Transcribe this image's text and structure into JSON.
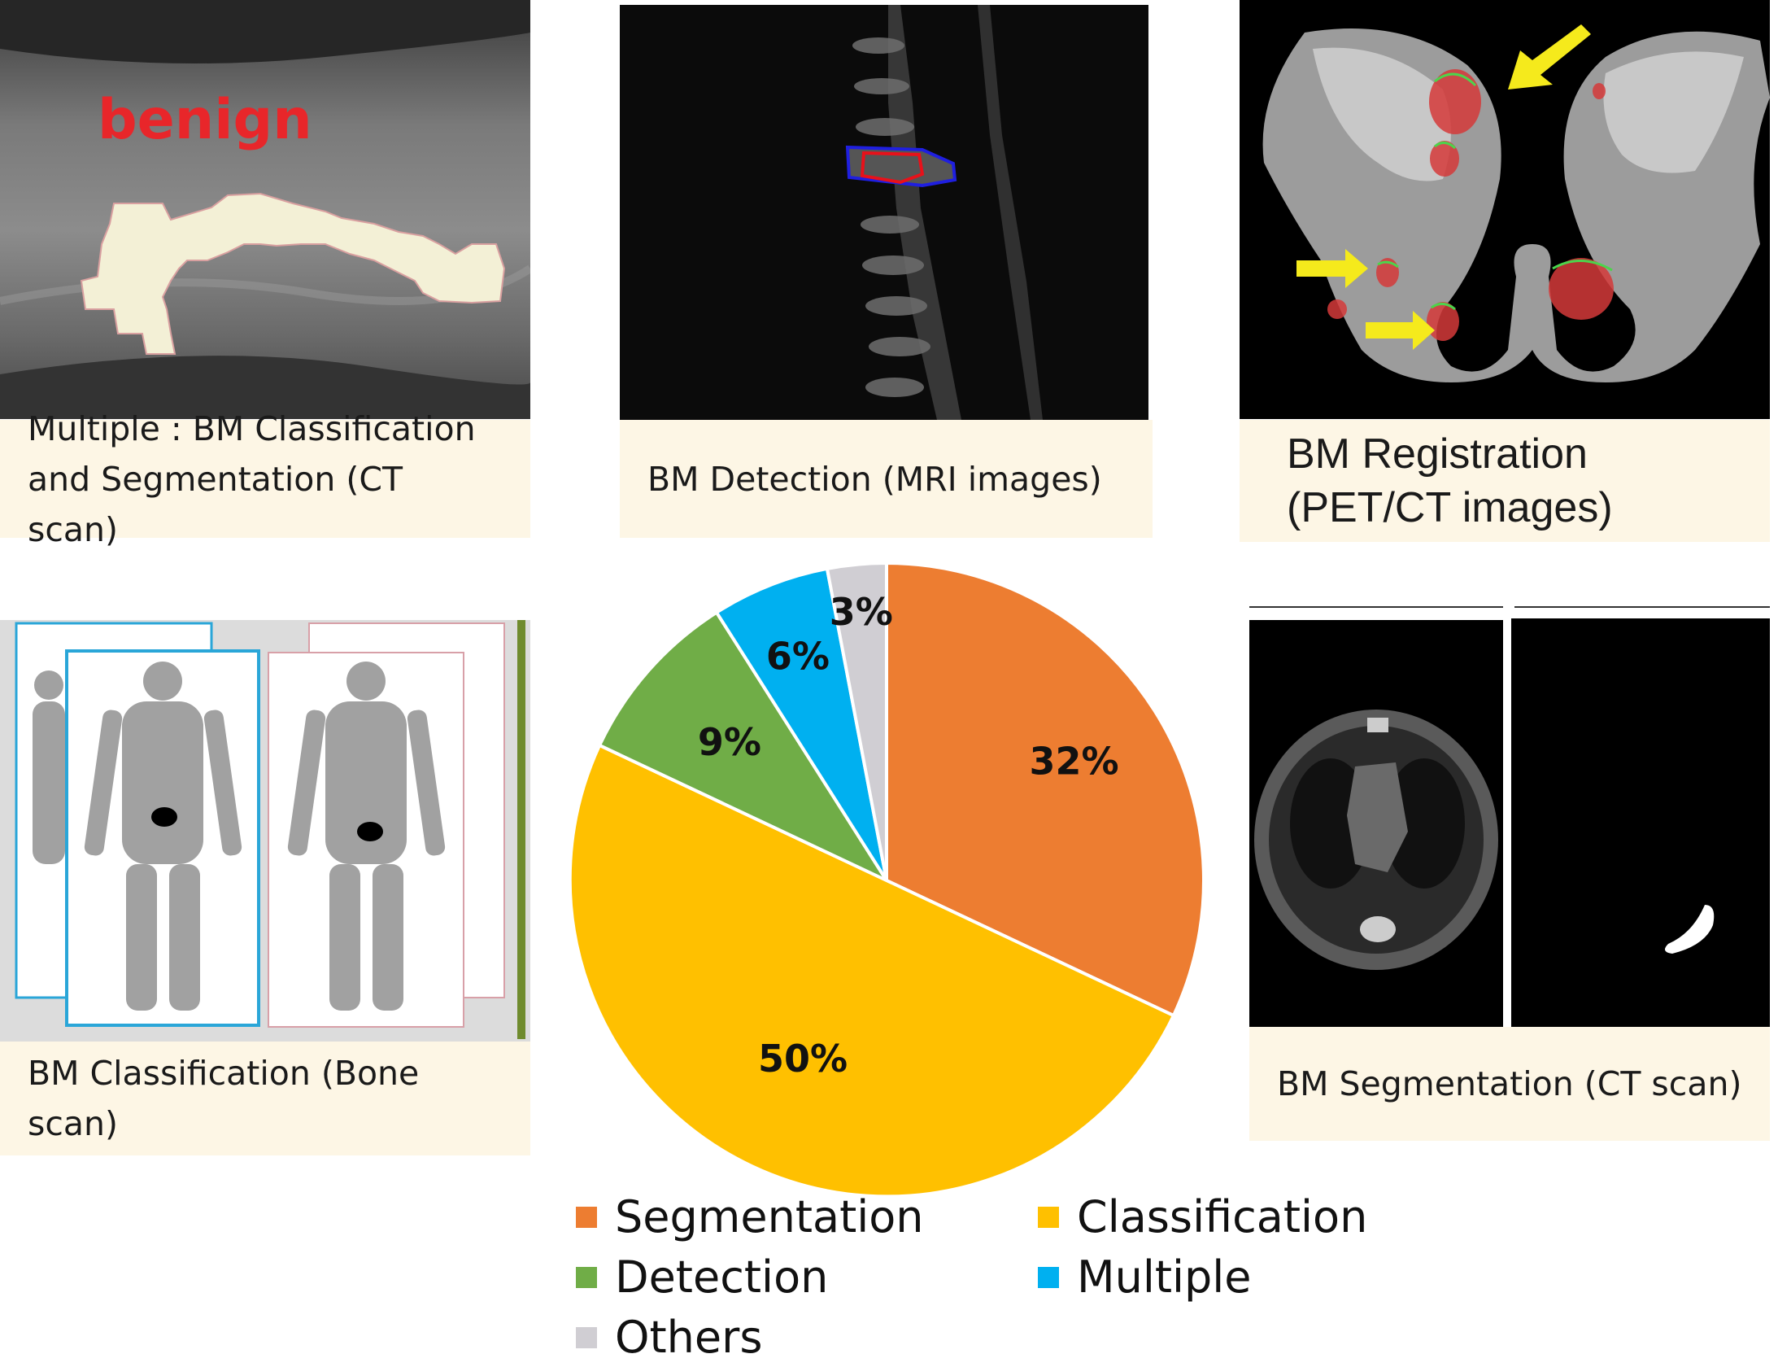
{
  "panels": {
    "ct_classification": {
      "overlay_text": "benign",
      "caption_lines": [
        "Multiple : BM Classification",
        "and Segmentation (CT scan)"
      ]
    },
    "mri_detection": {
      "caption_lines": [
        "BM Detection (MRI images)"
      ]
    },
    "pet_registration": {
      "caption_lines": [
        "BM Registration",
        "(PET/CT images)"
      ]
    },
    "bone_scan": {
      "caption_lines": [
        "BM Classification (Bone",
        "scan)"
      ]
    },
    "ct_segmentation": {
      "caption_lines": [
        "BM Segmentation (CT scan)"
      ]
    }
  },
  "chart_data": {
    "type": "pie",
    "title": "",
    "start": "12 o'clock, clockwise",
    "slices": [
      {
        "name": "Segmentation",
        "value": 32,
        "label": "32%",
        "color": "#ed7d31"
      },
      {
        "name": "Classification",
        "value": 50,
        "label": "50%",
        "color": "#ffc000"
      },
      {
        "name": "Detection",
        "value": 9,
        "label": "9%",
        "color": "#70ad47"
      },
      {
        "name": "Multiple",
        "value": 6,
        "label": "6%",
        "color": "#00b0f0"
      },
      {
        "name": "Others",
        "value": 3,
        "label": "3%",
        "color": "#d0ced3"
      }
    ],
    "legend": {
      "position": "bottom",
      "entries": [
        "Segmentation",
        "Classification",
        "Detection",
        "Multiple",
        "Others"
      ]
    }
  }
}
